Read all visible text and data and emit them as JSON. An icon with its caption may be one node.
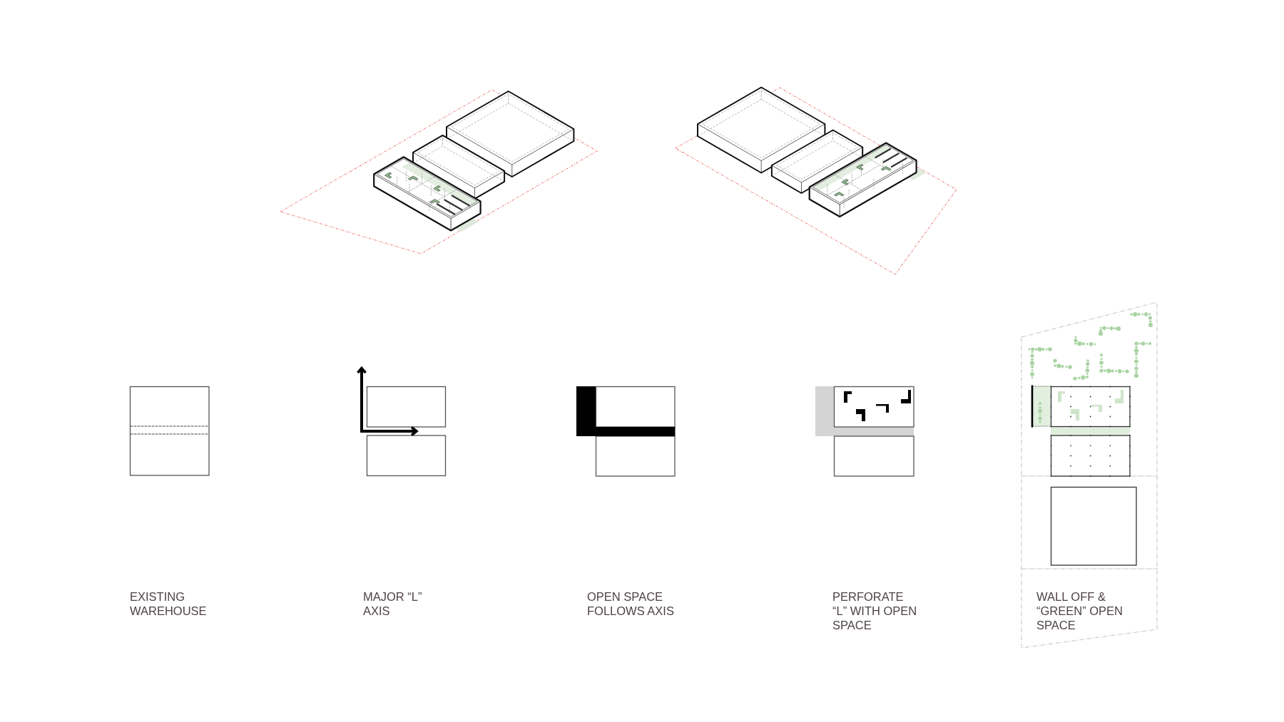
{
  "diagram": {
    "labels": [
      "EXISTING WAREHOUSE",
      "MAJOR “L” AXIS",
      "OPEN SPACE FOLLOWS AXIS",
      "PERFORATE “L” WITH OPEN SPACE",
      "WALL OFF & “GREEN” OPEN SPACE"
    ]
  }
}
